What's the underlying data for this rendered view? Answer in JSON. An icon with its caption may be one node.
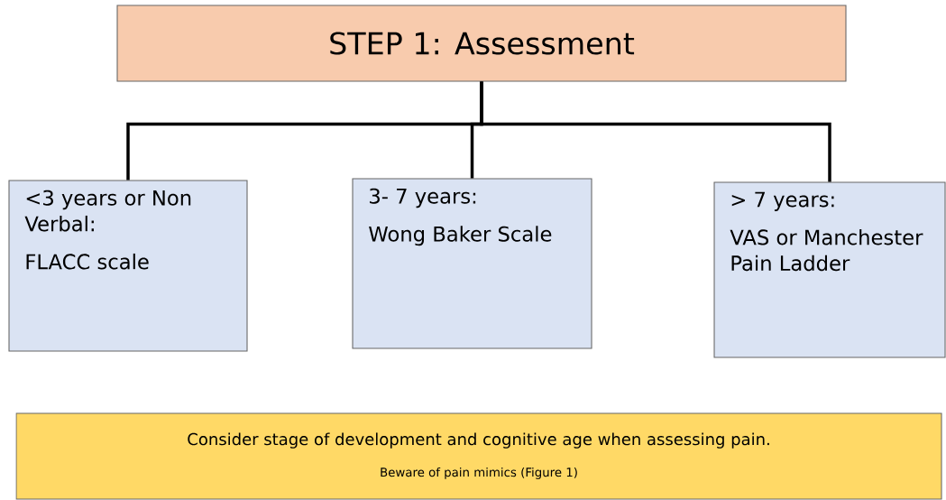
{
  "diagram": {
    "nodes": [
      {
        "text": [
          "STEP 1: Assessment"
        ]
      },
      {
        "text": [
          "<3 years or Non Verbal:",
          "FLACC scale"
        ]
      },
      {
        "text": [
          "3- 7 years:",
          "Wong Baker Scale"
        ]
      },
      {
        "text": [
          "> 7 years:",
          "VAS or Manchester Pain Ladder"
        ]
      },
      {
        "text": [
          "Consider stage of development and cognitive age when assessing pain.",
          "Beware of pain mimics (Figure 1)"
        ]
      }
    ],
    "edges": [
      {
        "from": 0,
        "to": 1,
        "arrow": "none"
      },
      {
        "from": 0,
        "to": 2,
        "arrow": "none"
      },
      {
        "from": 0,
        "to": 3,
        "arrow": "none"
      }
    ]
  }
}
